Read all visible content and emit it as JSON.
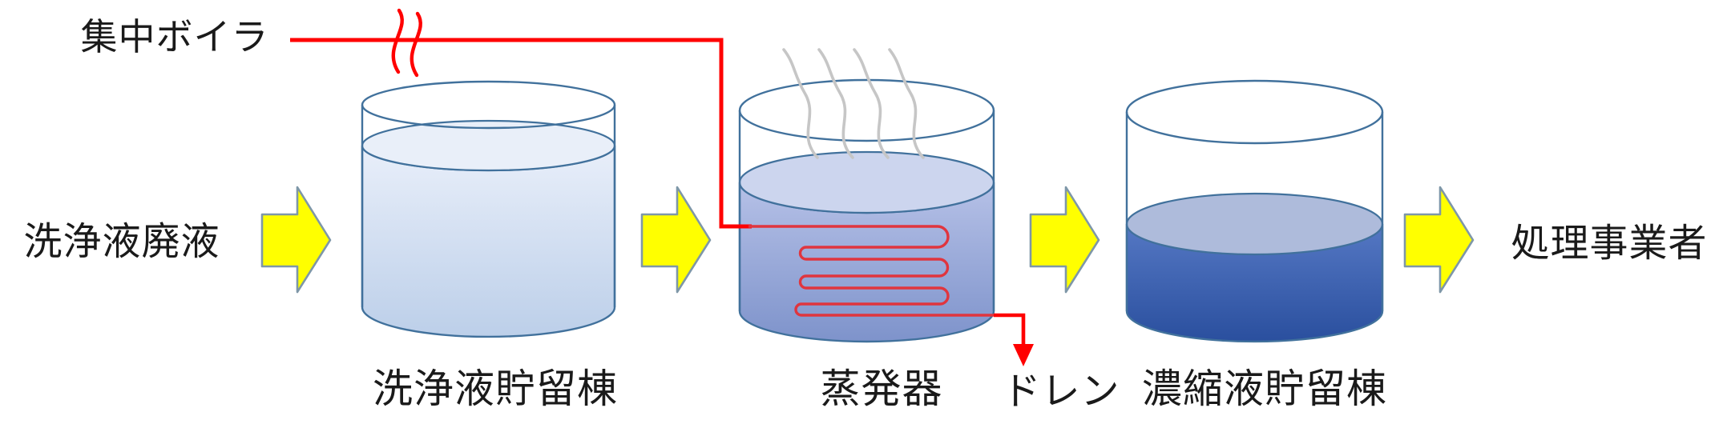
{
  "labels": {
    "boiler": "集中ボイラ",
    "influent": "洗浄液廃液",
    "tank1": "洗浄液貯留棟",
    "evaporator": "蒸発器",
    "drain": "ドレン",
    "tank3": "濃縮液貯留棟",
    "contractor": "処理事業者"
  },
  "counts": {
    "flow_arrows": 4,
    "steam_wisps": 4,
    "storage_tanks": 3
  },
  "colors": {
    "tank_outline": "#41719C",
    "pipe_red": "#FF0000",
    "coil_red": "#E0353E",
    "arrow_fill": "#FFFF00",
    "arrow_stroke": "#7E97A8",
    "steam_gray": "#C6C6C6",
    "text": "#1A1A1A",
    "tank1_liquid_top": "#E9EFFA",
    "tank1_liquid_bottom": "#BCCFE9",
    "tank1_surface": "#E9EFF9",
    "tank2_liquid_top": "#B6C1E7",
    "tank2_liquid_bottom": "#7E93CB",
    "tank2_surface": "#CCD5EE",
    "tank3_liquid_top": "#5578C4",
    "tank3_liquid_bottom": "#2A4F9E",
    "tank3_surface": "#AEBBDB",
    "background": "#FFFFFF"
  }
}
